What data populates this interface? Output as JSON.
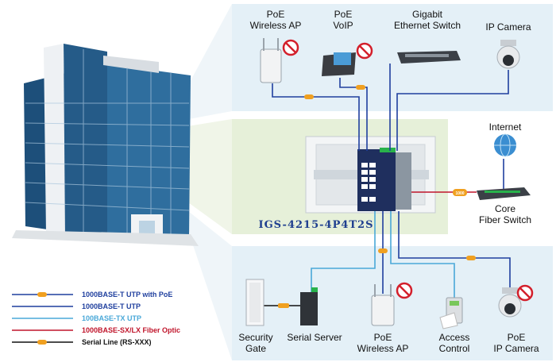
{
  "devices": {
    "poe_ap_top": [
      "PoE",
      "Wireless AP"
    ],
    "poe_voip": [
      "PoE",
      "VoIP"
    ],
    "gigabit_switch": [
      "Gigabit",
      "Ethernet Switch"
    ],
    "ip_camera_top": [
      "IP Camera"
    ],
    "internet": [
      "Internet"
    ],
    "core_switch": [
      "Core",
      "Fiber Switch"
    ],
    "security_gate": [
      "Security",
      "Gate"
    ],
    "serial_server": [
      "Serial Server"
    ],
    "poe_ap_bottom": [
      "PoE",
      "Wireless AP"
    ],
    "access_control": [
      "Access",
      "Control"
    ],
    "poe_ip_camera": [
      "PoE",
      "IP Camera"
    ]
  },
  "model_name": "IGS-4215-4P4T2S",
  "fiber_badge": "1000",
  "legend": [
    {
      "label": "1000BASE-T UTP with PoE",
      "color": "#1f3f9e",
      "text_color": "#1f3f9e"
    },
    {
      "label": "1000BASE-T UTP",
      "color": "#1f3f9e",
      "text_color": "#1f3f9e"
    },
    {
      "label": "100BASE-TX UTP",
      "color": "#4aa8d8",
      "text_color": "#4aa8d8"
    },
    {
      "label": "1000BASE-SX/LX Fiber Optic",
      "color": "#c0152b",
      "text_color": "#c0152b"
    },
    {
      "label": "Serial Line (RS-XXX)",
      "color": "#111111",
      "text_color": "#111111"
    }
  ],
  "colors": {
    "panel_bg": "#e4f0f7",
    "center_bg": "#e6f0d9",
    "utp_poe": "#1f3f9e",
    "utp_tx": "#4aa8d8",
    "fiber": "#c0152b",
    "serial": "#111111",
    "poe_badge": "#f0a020"
  }
}
